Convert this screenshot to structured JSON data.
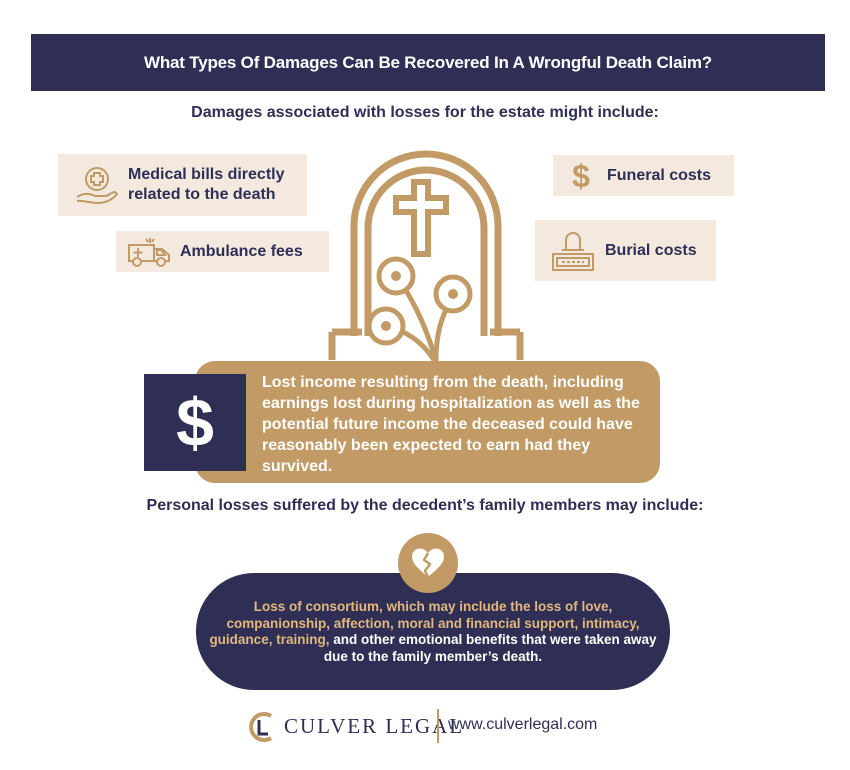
{
  "title": "What Types Of Damages Can Be Recovered In A Wrongful Death Claim?",
  "estate_heading": "Damages associated with losses for the estate might include:",
  "estate_items": {
    "medical_line1": "Medical bills directly",
    "medical_line2": "related to the death",
    "ambulance": "Ambulance fees",
    "funeral": "Funeral costs",
    "burial": "Burial costs"
  },
  "lost_income": {
    "symbol": "$",
    "text": "Lost income resulting from the death, including earnings lost during hospitalization as well as the potential future income the deceased could have reasonably been expected to earn had they survived."
  },
  "family_heading": "Personal losses suffered by the decedent’s family members may include:",
  "consortium": {
    "highlight": "Loss of consortium, which may include the loss of love, companionship, affection, moral and financial support, intimacy, guidance, training,",
    "rest": "and other emotional benefits that were taken away due to the family member’s death."
  },
  "footer": {
    "brand": "CULVER LEGAL",
    "url": "www.culverlegal.com"
  },
  "icons": {
    "medical": "medical-hand-icon",
    "ambulance": "ambulance-icon",
    "funeral": "dollar-icon",
    "burial": "grave-icon",
    "tomb": "tombstone-cross-icon",
    "heart": "broken-heart-icon",
    "logo": "culver-legal-logo-icon"
  },
  "colors": {
    "navy": "#2f2f55",
    "gold": "#c19a65",
    "beige": "#f3e9df",
    "highlight": "#e2b77c"
  }
}
